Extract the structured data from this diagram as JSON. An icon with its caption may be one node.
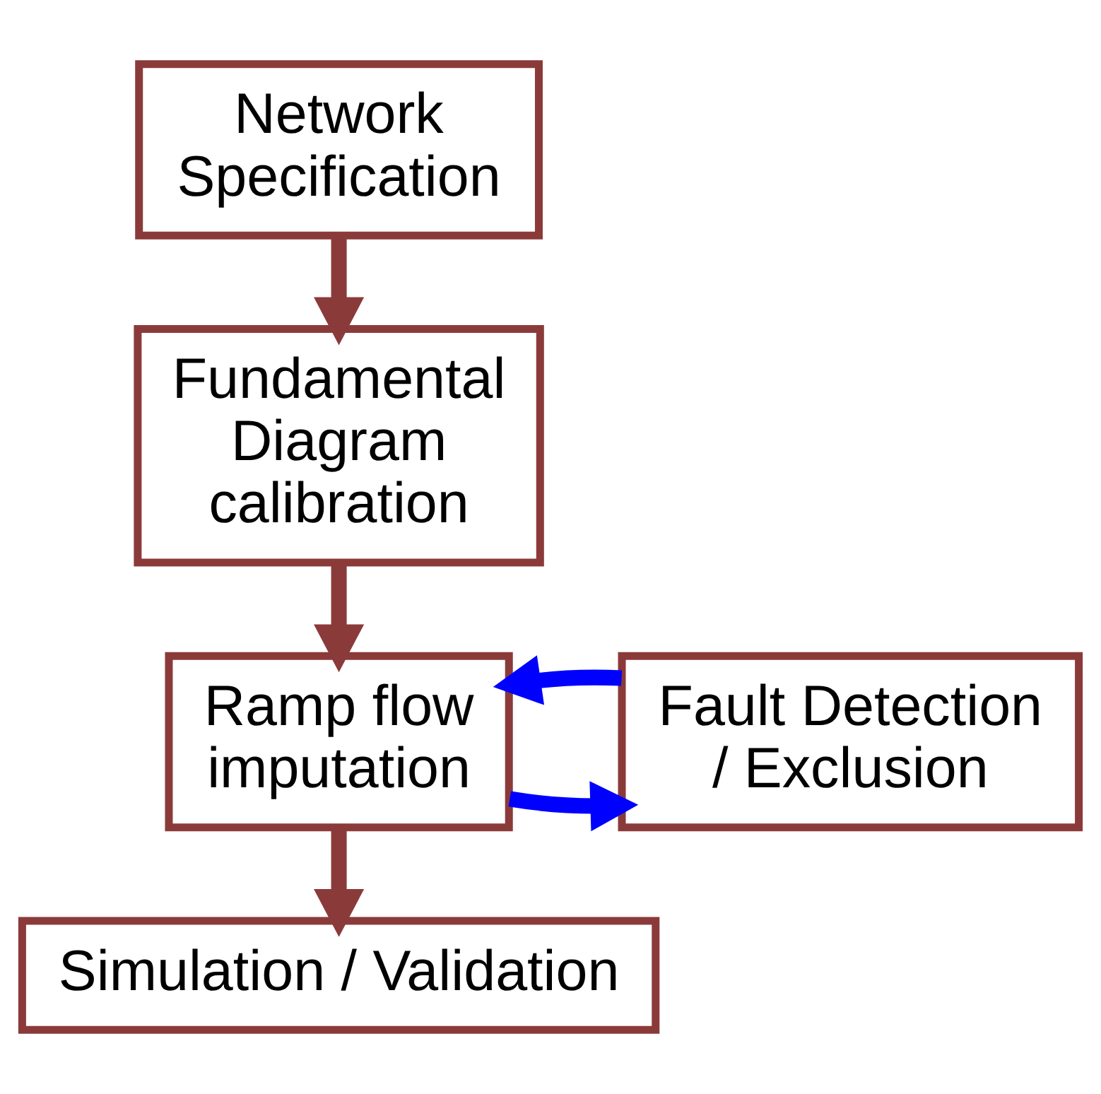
{
  "diagram": {
    "nodes": [
      {
        "text": [
          "Network Specification"
        ]
      },
      {
        "text": [
          "Fundamental Diagram calibration"
        ]
      },
      {
        "text": [
          "Ramp flow imputation"
        ]
      },
      {
        "text": [
          "Fault Detection / Exclusion"
        ]
      },
      {
        "text": [
          "Simulation / Validation"
        ]
      }
    ],
    "edges": [
      {
        "from": 0,
        "to": 1,
        "arrow": "to"
      },
      {
        "from": 1,
        "to": 2,
        "arrow": "to"
      },
      {
        "from": 2,
        "to": 3,
        "arrow": "to",
        "color": "#0000ff"
      },
      {
        "from": 3,
        "to": 2,
        "arrow": "to",
        "color": "#0000ff"
      },
      {
        "from": 2,
        "to": 4,
        "arrow": "to"
      }
    ]
  }
}
